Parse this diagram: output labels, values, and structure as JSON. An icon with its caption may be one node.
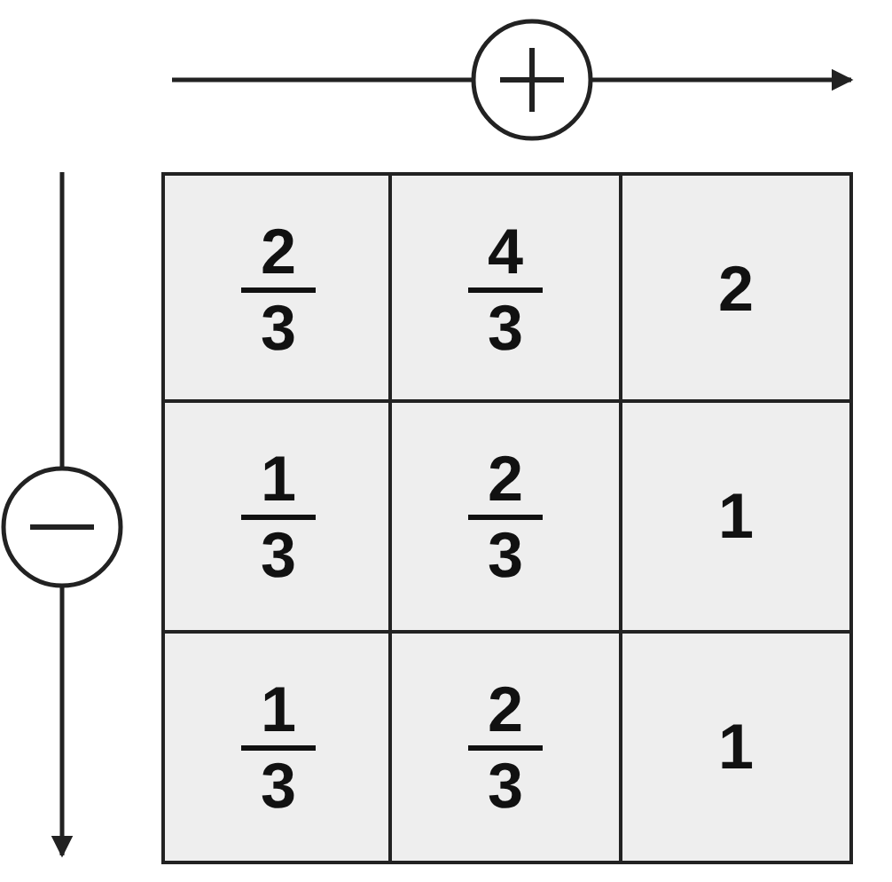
{
  "diagram": {
    "nodes": [
      {
        "text": [
          "2",
          "3"
        ]
      },
      {
        "text": [
          "4",
          "3"
        ]
      },
      {
        "text": [
          "2"
        ]
      },
      {
        "text": [
          "1",
          "3"
        ]
      },
      {
        "text": [
          "2",
          "3"
        ]
      },
      {
        "text": [
          "1"
        ]
      },
      {
        "text": [
          "1",
          "3"
        ]
      },
      {
        "text": [
          "2",
          "3"
        ]
      },
      {
        "text": [
          "1"
        ]
      }
    ]
  }
}
